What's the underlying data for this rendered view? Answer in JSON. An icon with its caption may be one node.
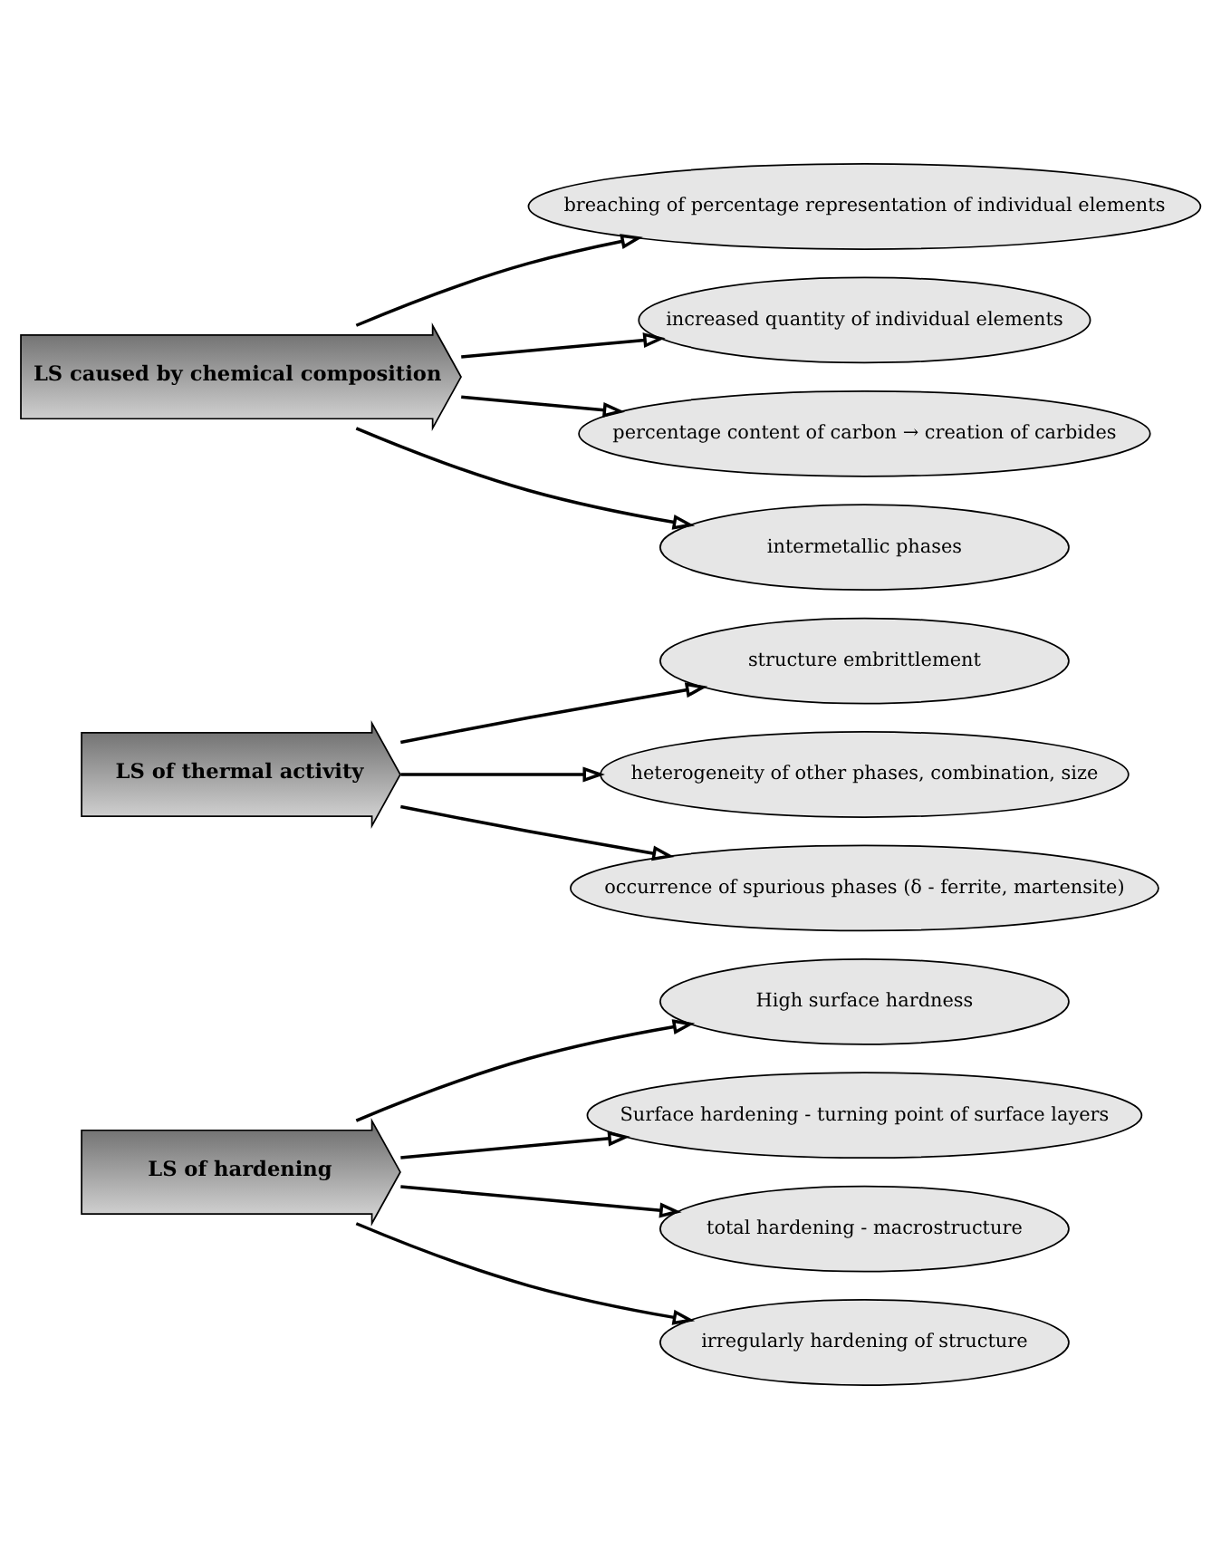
{
  "diagram": {
    "nodes": [
      {
        "text": [
          "LS of hardening"
        ]
      },
      {
        "text": [
          "High surface hardness"
        ]
      },
      {
        "text": [
          "Surface hardening - turning point of surface layers"
        ]
      },
      {
        "text": [
          "total hardening - macrostructure"
        ]
      },
      {
        "text": [
          "irregularly hardening of structure"
        ]
      },
      {
        "text": [
          "LS of thermal activity"
        ]
      },
      {
        "text": [
          "structure embrittlement"
        ]
      },
      {
        "text": [
          "heterogeneity of other phases, combination, size"
        ]
      },
      {
        "text": [
          "occurrence of spurious phases (δ - ferrite, martensite)"
        ]
      },
      {
        "text": [
          "LS caused by chemical composition"
        ]
      },
      {
        "text": [
          "breaching of percentage representation of individual elements"
        ]
      },
      {
        "text": [
          "increased quantity of individual elements"
        ]
      },
      {
        "text": [
          "percentage content of carbon → creation of carbides"
        ]
      },
      {
        "text": [
          "intermetallic phases"
        ]
      }
    ],
    "edges": [
      {
        "from": 0,
        "to": 1,
        "arrow": "to"
      },
      {
        "from": 0,
        "to": 2,
        "arrow": "to"
      },
      {
        "from": 0,
        "to": 3,
        "arrow": "to"
      },
      {
        "from": 0,
        "to": 4,
        "arrow": "to"
      },
      {
        "from": 5,
        "to": 6,
        "arrow": "to"
      },
      {
        "from": 5,
        "to": 7,
        "arrow": "to"
      },
      {
        "from": 5,
        "to": 8,
        "arrow": "to"
      },
      {
        "from": 9,
        "to": 10,
        "arrow": "to"
      },
      {
        "from": 9,
        "to": 11,
        "arrow": "to"
      },
      {
        "from": 9,
        "to": 12,
        "arrow": "to"
      },
      {
        "from": 9,
        "to": 13,
        "arrow": "to"
      }
    ]
  }
}
